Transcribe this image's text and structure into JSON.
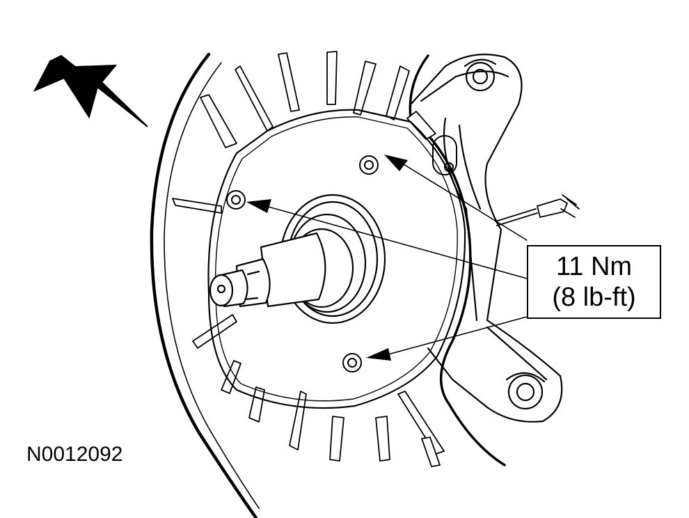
{
  "callout": {
    "torque_metric": "11 Nm",
    "torque_imperial": "(8 lb-ft)"
  },
  "figure_id": "N0012092",
  "colors": {
    "ink": "#000000",
    "paper": "#ffffff"
  }
}
